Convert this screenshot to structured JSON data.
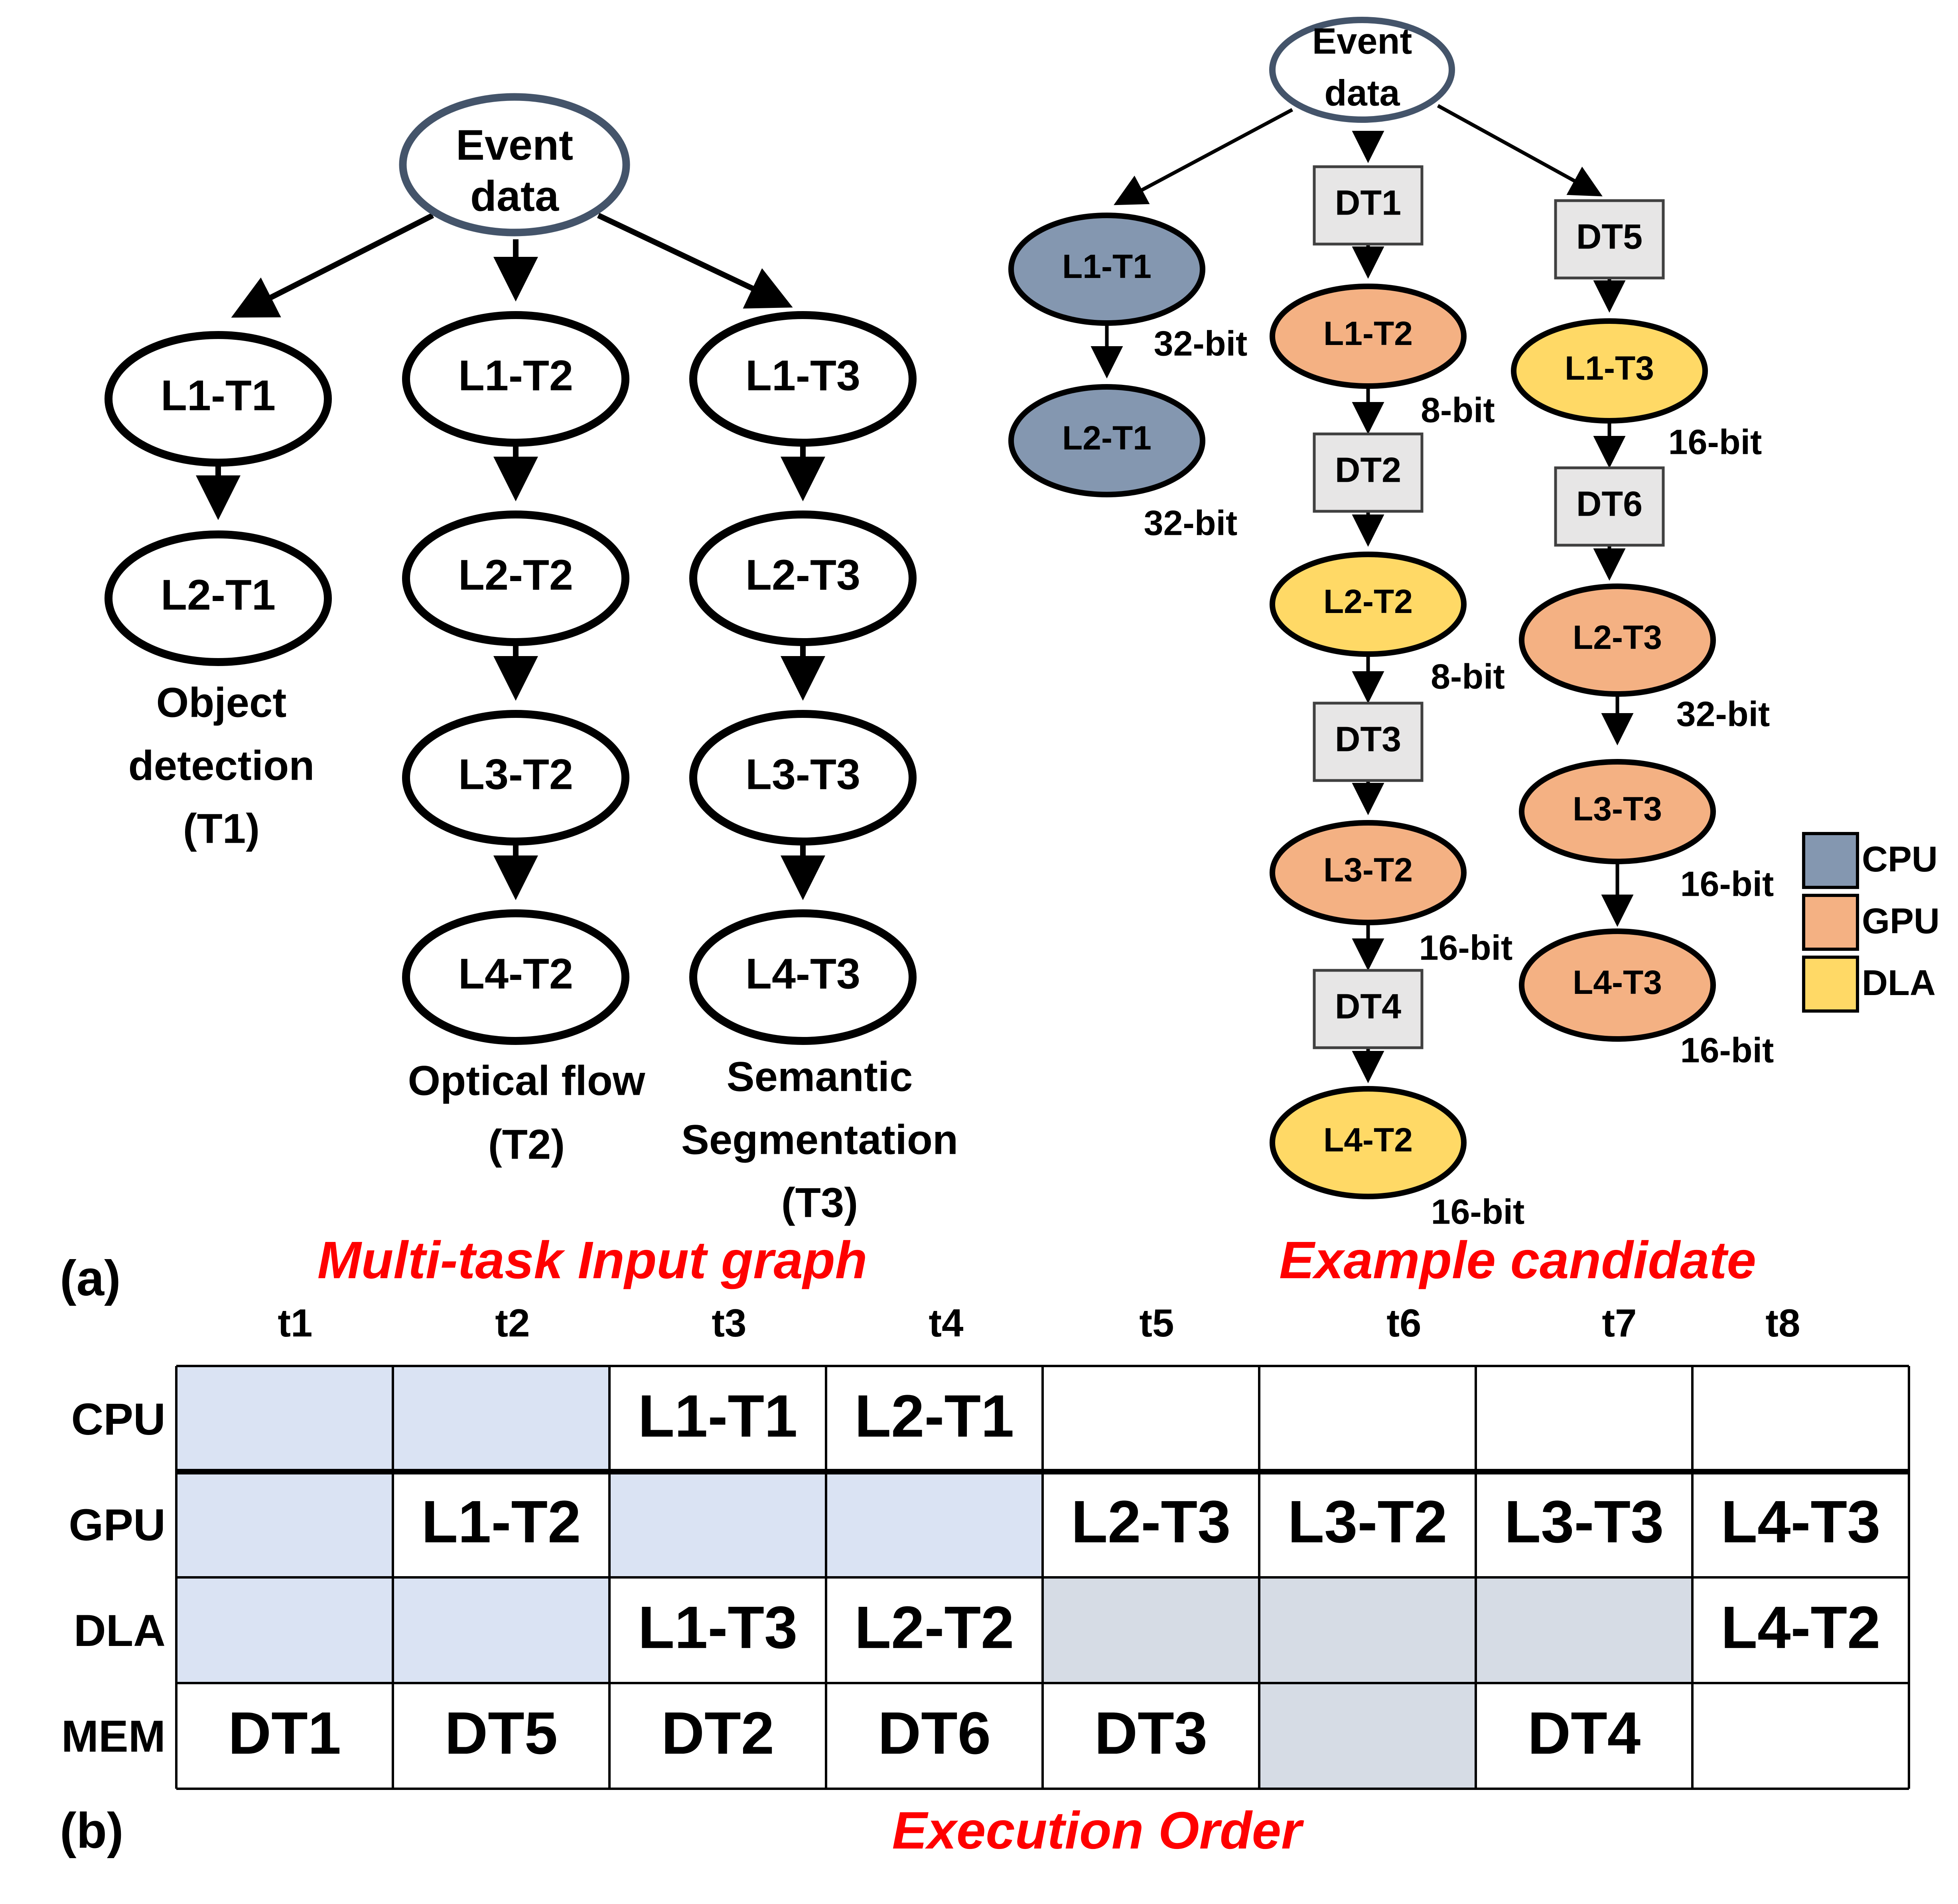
{
  "colors": {
    "cpu": "#8497B0",
    "gpu": "#F4B183",
    "dla": "#FFD966",
    "dt_box": "#E7E6E6",
    "event_outline": "#44546A",
    "table_idle_blue": "#DAE3F3",
    "table_idle_gray": "#D6DCE5",
    "caption_red": "#FF0000"
  },
  "graph_left": {
    "event": {
      "line1": "Event",
      "line2": "data"
    },
    "nodes": {
      "l1t1": "L1-T1",
      "l2t1": "L2-T1",
      "l1t2": "L1-T2",
      "l2t2": "L2-T2",
      "l3t2": "L3-T2",
      "l4t2": "L4-T2",
      "l1t3": "L1-T3",
      "l2t3": "L2-T3",
      "l3t3": "L3-T3",
      "l4t3": "L4-T3"
    },
    "task_labels": {
      "t1": {
        "line1": "Object",
        "line2": "detection",
        "line3": "(T1)"
      },
      "t2": {
        "line1": "Optical flow",
        "line2": "(T2)"
      },
      "t3": {
        "line1": "Semantic",
        "line2": "Segmentation",
        "line3": "(T3)"
      }
    },
    "panel_label": "(a)",
    "caption": "Multi-task Input graph"
  },
  "graph_right": {
    "event": {
      "line1": "Event",
      "line2": "data"
    },
    "nodes": {
      "l1t1": {
        "label": "L1-T1",
        "device": "CPU",
        "precision": "32-bit"
      },
      "l2t1": {
        "label": "L2-T1",
        "device": "CPU",
        "precision": "32-bit"
      },
      "dt1": "DT1",
      "l1t2": {
        "label": "L1-T2",
        "device": "GPU",
        "precision": "8-bit"
      },
      "dt2": "DT2",
      "l2t2": {
        "label": "L2-T2",
        "device": "DLA",
        "precision": "8-bit"
      },
      "dt3": "DT3",
      "l3t2": {
        "label": "L3-T2",
        "device": "GPU",
        "precision": "16-bit"
      },
      "dt4": "DT4",
      "l4t2": {
        "label": "L4-T2",
        "device": "DLA",
        "precision": "16-bit"
      },
      "dt5": "DT5",
      "l1t3": {
        "label": "L1-T3",
        "device": "DLA",
        "precision": "16-bit"
      },
      "dt6": "DT6",
      "l2t3": {
        "label": "L2-T3",
        "device": "GPU",
        "precision": "32-bit"
      },
      "l3t3": {
        "label": "L3-T3",
        "device": "GPU",
        "precision": "16-bit"
      },
      "l4t3": {
        "label": "L4-T3",
        "device": "GPU",
        "precision": "16-bit"
      }
    },
    "legend": [
      "CPU",
      "GPU",
      "DLA"
    ],
    "caption": "Example candidate"
  },
  "schedule": {
    "time_slots": [
      "t1",
      "t2",
      "t3",
      "t4",
      "t5",
      "t6",
      "t7",
      "t8"
    ],
    "rows": [
      {
        "resource": "CPU",
        "cells": [
          "",
          "",
          "L1-T1",
          "L2-T1",
          "",
          "",
          "",
          ""
        ],
        "shade": [
          "blue",
          "blue",
          "",
          "",
          "",
          "",
          "",
          ""
        ]
      },
      {
        "resource": "GPU",
        "cells": [
          "",
          "L1-T2",
          "",
          "",
          "L2-T3",
          "L3-T2",
          "L3-T3",
          "L4-T3"
        ],
        "shade": [
          "blue",
          "",
          "blue",
          "blue",
          "",
          "",
          "",
          ""
        ]
      },
      {
        "resource": "DLA",
        "cells": [
          "",
          "",
          "L1-T3",
          "L2-T2",
          "",
          "",
          "",
          "L4-T2"
        ],
        "shade": [
          "blue",
          "blue",
          "",
          "",
          "gray",
          "gray",
          "gray",
          ""
        ]
      },
      {
        "resource": "MEM",
        "cells": [
          "DT1",
          "DT5",
          "DT2",
          "DT6",
          "DT3",
          "",
          "DT4",
          ""
        ],
        "shade": [
          "",
          "",
          "",
          "",
          "",
          "gray",
          "",
          ""
        ]
      }
    ],
    "panel_label": "(b)",
    "caption": "Execution Order"
  }
}
